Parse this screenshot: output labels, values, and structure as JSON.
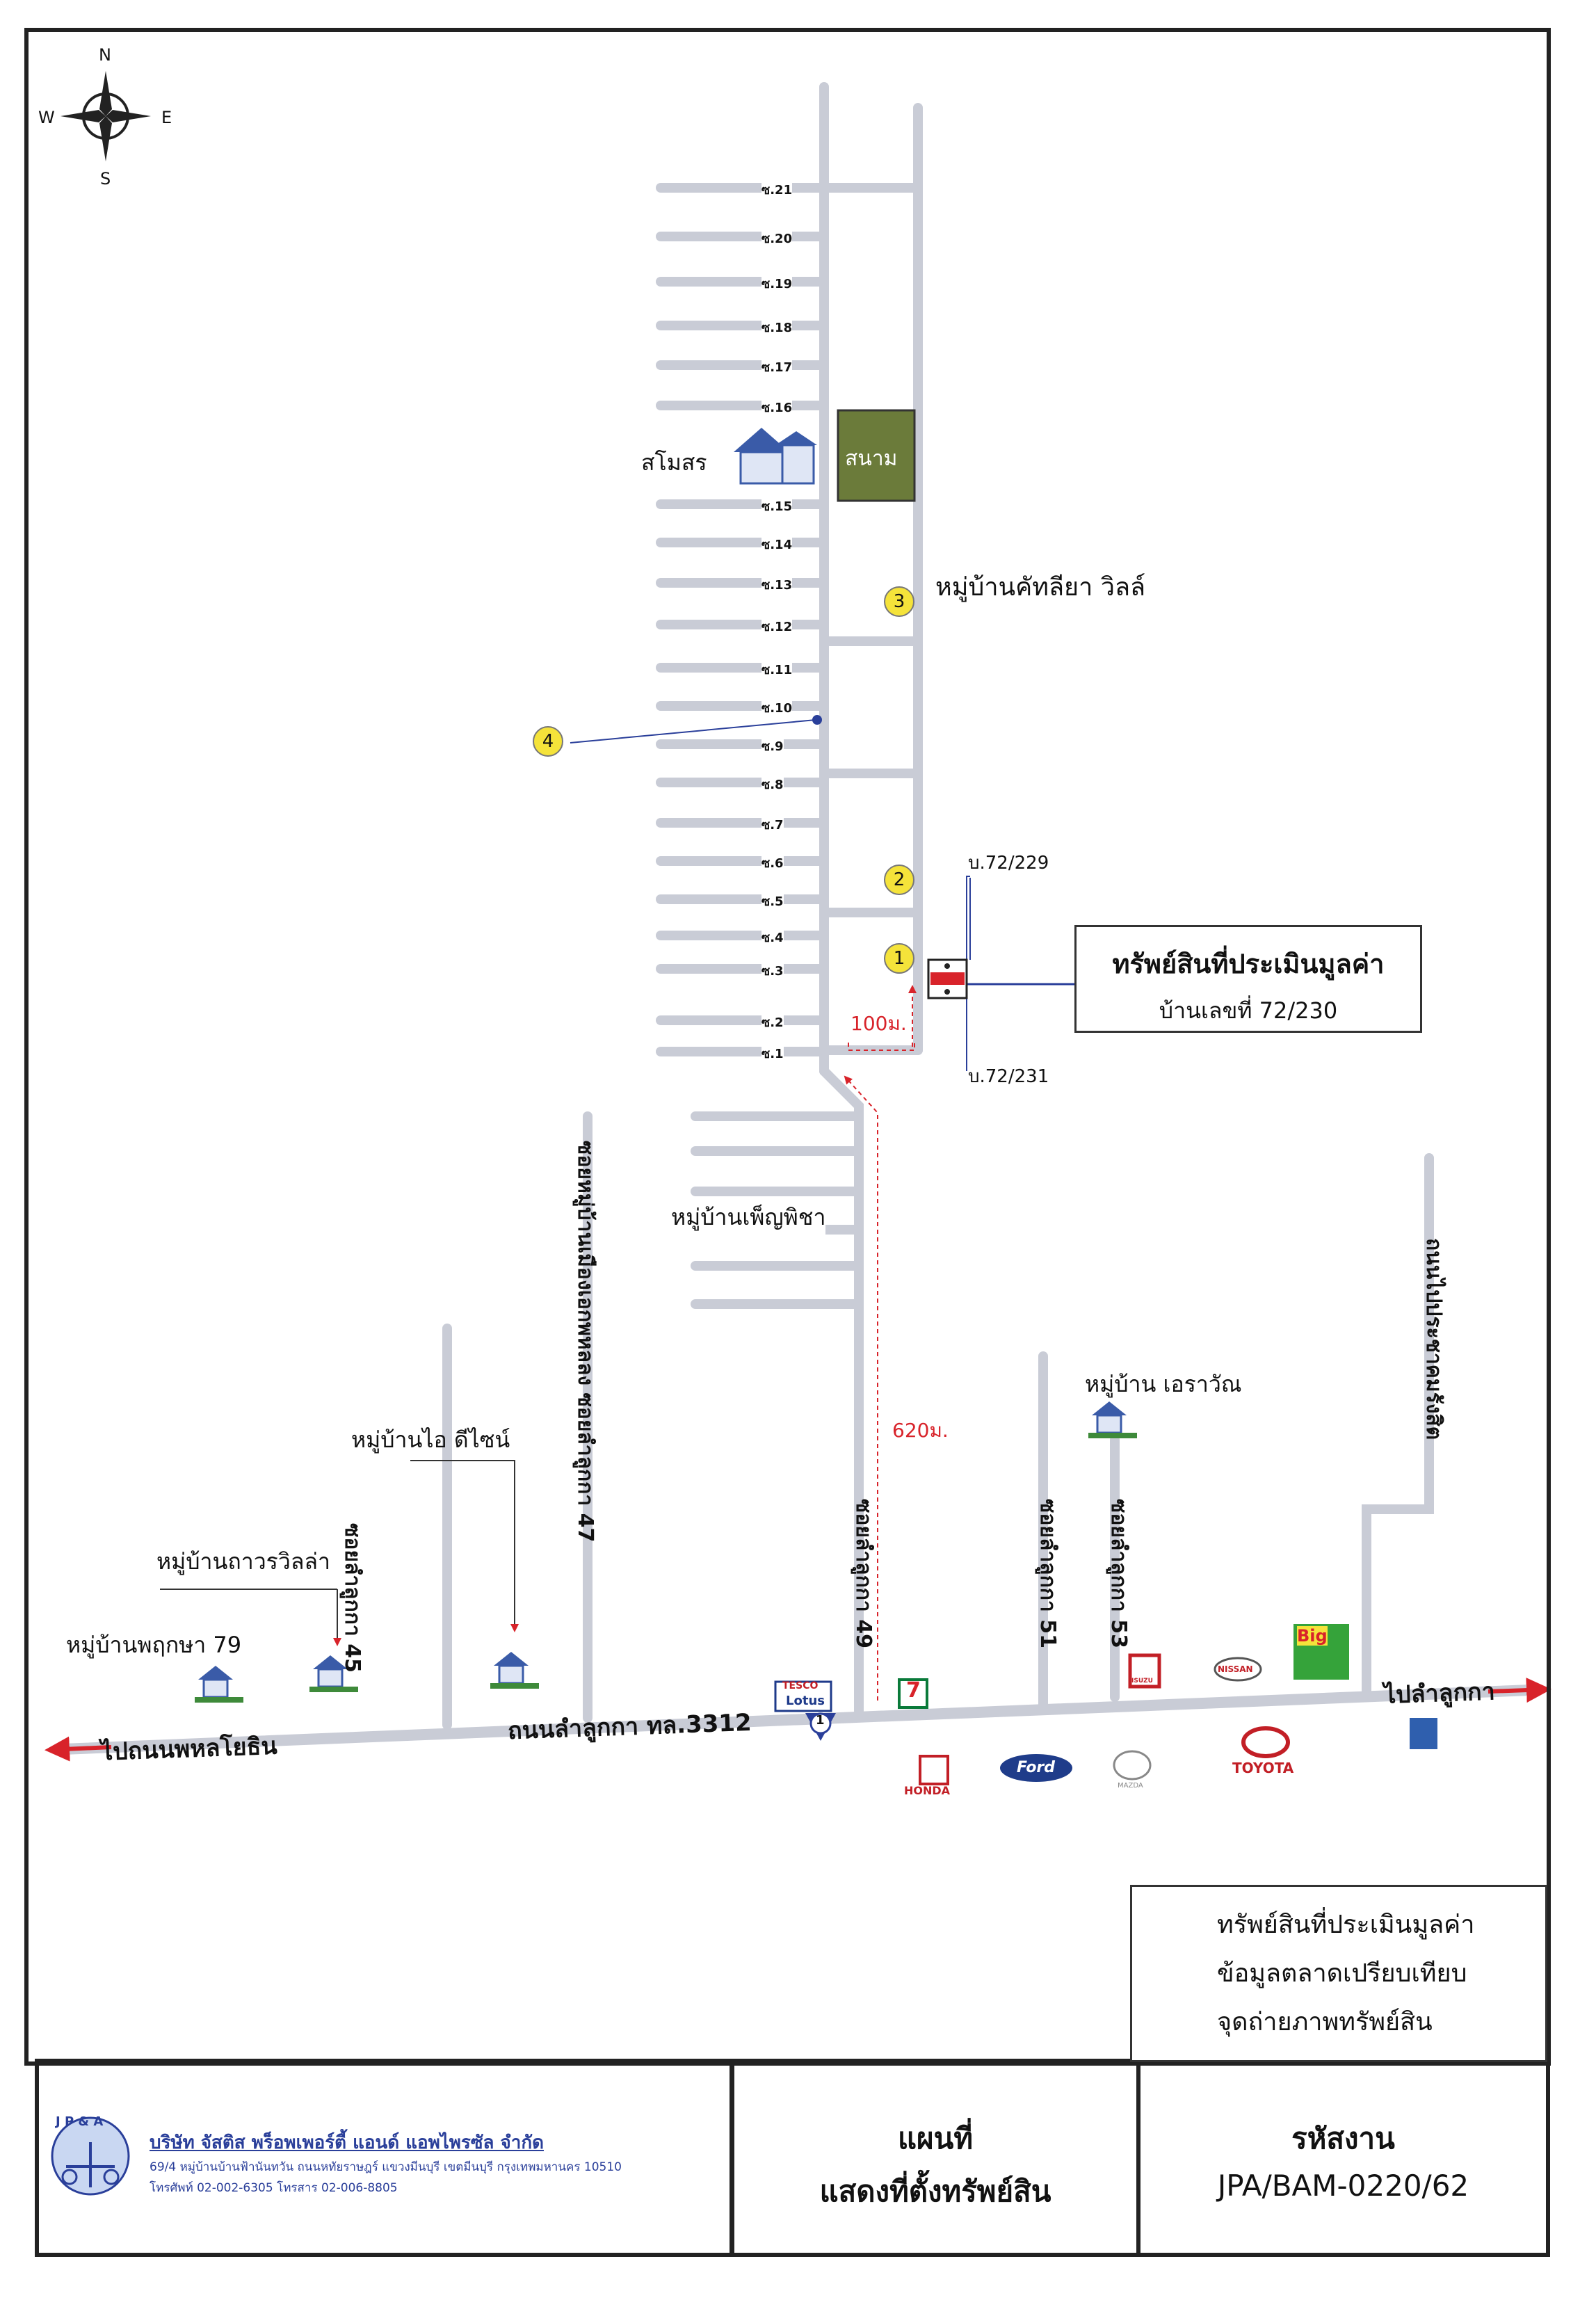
{
  "compass": {
    "n": "N",
    "s": "S",
    "e": "E",
    "w": "W"
  },
  "main_soi_numbers": [
    "ซ.21",
    "ซ.20",
    "ซ.19",
    "ซ.18",
    "ซ.17",
    "ซ.16",
    "ซ.15",
    "ซ.14",
    "ซ.13",
    "ซ.12",
    "ซ.11",
    "ซ.10",
    "ซ.9",
    "ซ.8",
    "ซ.7",
    "ซ.6",
    "ซ.5",
    "ซ.4",
    "ซ.3",
    "ซ.2",
    "ซ.1"
  ],
  "labels": {
    "club": "สโมสร",
    "field": "สนาม",
    "village_kattaliya": "หมู่บ้านคัทลียา วิลล์",
    "village_phensicha": "หมู่บ้านเพ็ญพิชา",
    "village_erawan": "หมู่บ้าน เอราวัณ",
    "village_i_design": "หมู่บ้านไอ ดีไซน์",
    "village_thawon": "หมู่บ้านถาวรวิลล่า",
    "village_phruksa": "หมู่บ้านพฤกษา 79",
    "house_left_top": "บ.72/229",
    "house_left_bottom": "บ.72/231",
    "dist_100": "100ม.",
    "dist_620": "620ม.",
    "road_main": "ถนนลำลูกกา ทล.3312",
    "to_phahon": "ไปถนนพหลโยธิน",
    "to_lamlukka": "ไปลำลูกกา",
    "soi_45": "ซอยลำลูกกา 45",
    "soi_47": "ซอยหมู่บ้านเมืองเอกพหลลง ซอยลำลูกกา 47",
    "soi_49": "ซอยลำลูกกา 49",
    "soi_51": "ซอยลำลูกกา 51",
    "soi_53": "ซอยลำลูกกา 53",
    "road_east": "ถนนไปประชาคมรังสิต",
    "tesco_top": "TESCO",
    "tesco_bottom": "Lotus",
    "seven": "7",
    "big": "Big",
    "honda": "HONDA",
    "ford": "Ford",
    "mazda": "MAZDA",
    "toyota": "TOYOTA",
    "nissan": "NISSAN",
    "isuzu": "ISUZU",
    "photo_point_no": "1"
  },
  "comparables": [
    {
      "no": "1"
    },
    {
      "no": "2"
    },
    {
      "no": "3"
    },
    {
      "no": "4"
    }
  ],
  "subject_box": {
    "title": "ทรัพย์สินที่ประเมินมูลค่า",
    "subtitle": "บ้านเลขที่ 72/230"
  },
  "legend": {
    "subject": "ทรัพย์สินที่ประเมินมูลค่า",
    "comparable": "ข้อมูลตลาดเปรียบเทียบ",
    "photo_point": "จุดถ่ายภาพทรัพย์สิน"
  },
  "footer": {
    "logo_text": "J P & A",
    "company_name": "บริษัท จัสติส พร็อพเพอร์ตี้ แอนด์ แอพไพรซัล จำกัด",
    "address": "69/4 หมู่บ้านบ้านฟ้านันทวัน ถนนหทัยราษฎร์ แขวงมีนบุรี เขตมีนบุรี กรุงเทพมหานคร 10510",
    "phone": "โทรศัพท์ 02-002-6305 โทรสาร 02-006-8805",
    "map_title_1": "แผนที่",
    "map_title_2": "แสดงที่ตั้งทรัพย์สิน",
    "job_code_label": "รหัสงาน",
    "job_code": "JPA/BAM-0220/62"
  },
  "colors": {
    "road": "#c9ccd6",
    "subject": "#d8232a",
    "comparable": "#f5e33a",
    "photo_point": "#2a3f9a",
    "field": "#6b7b3a",
    "arrow": "#d8232a"
  }
}
